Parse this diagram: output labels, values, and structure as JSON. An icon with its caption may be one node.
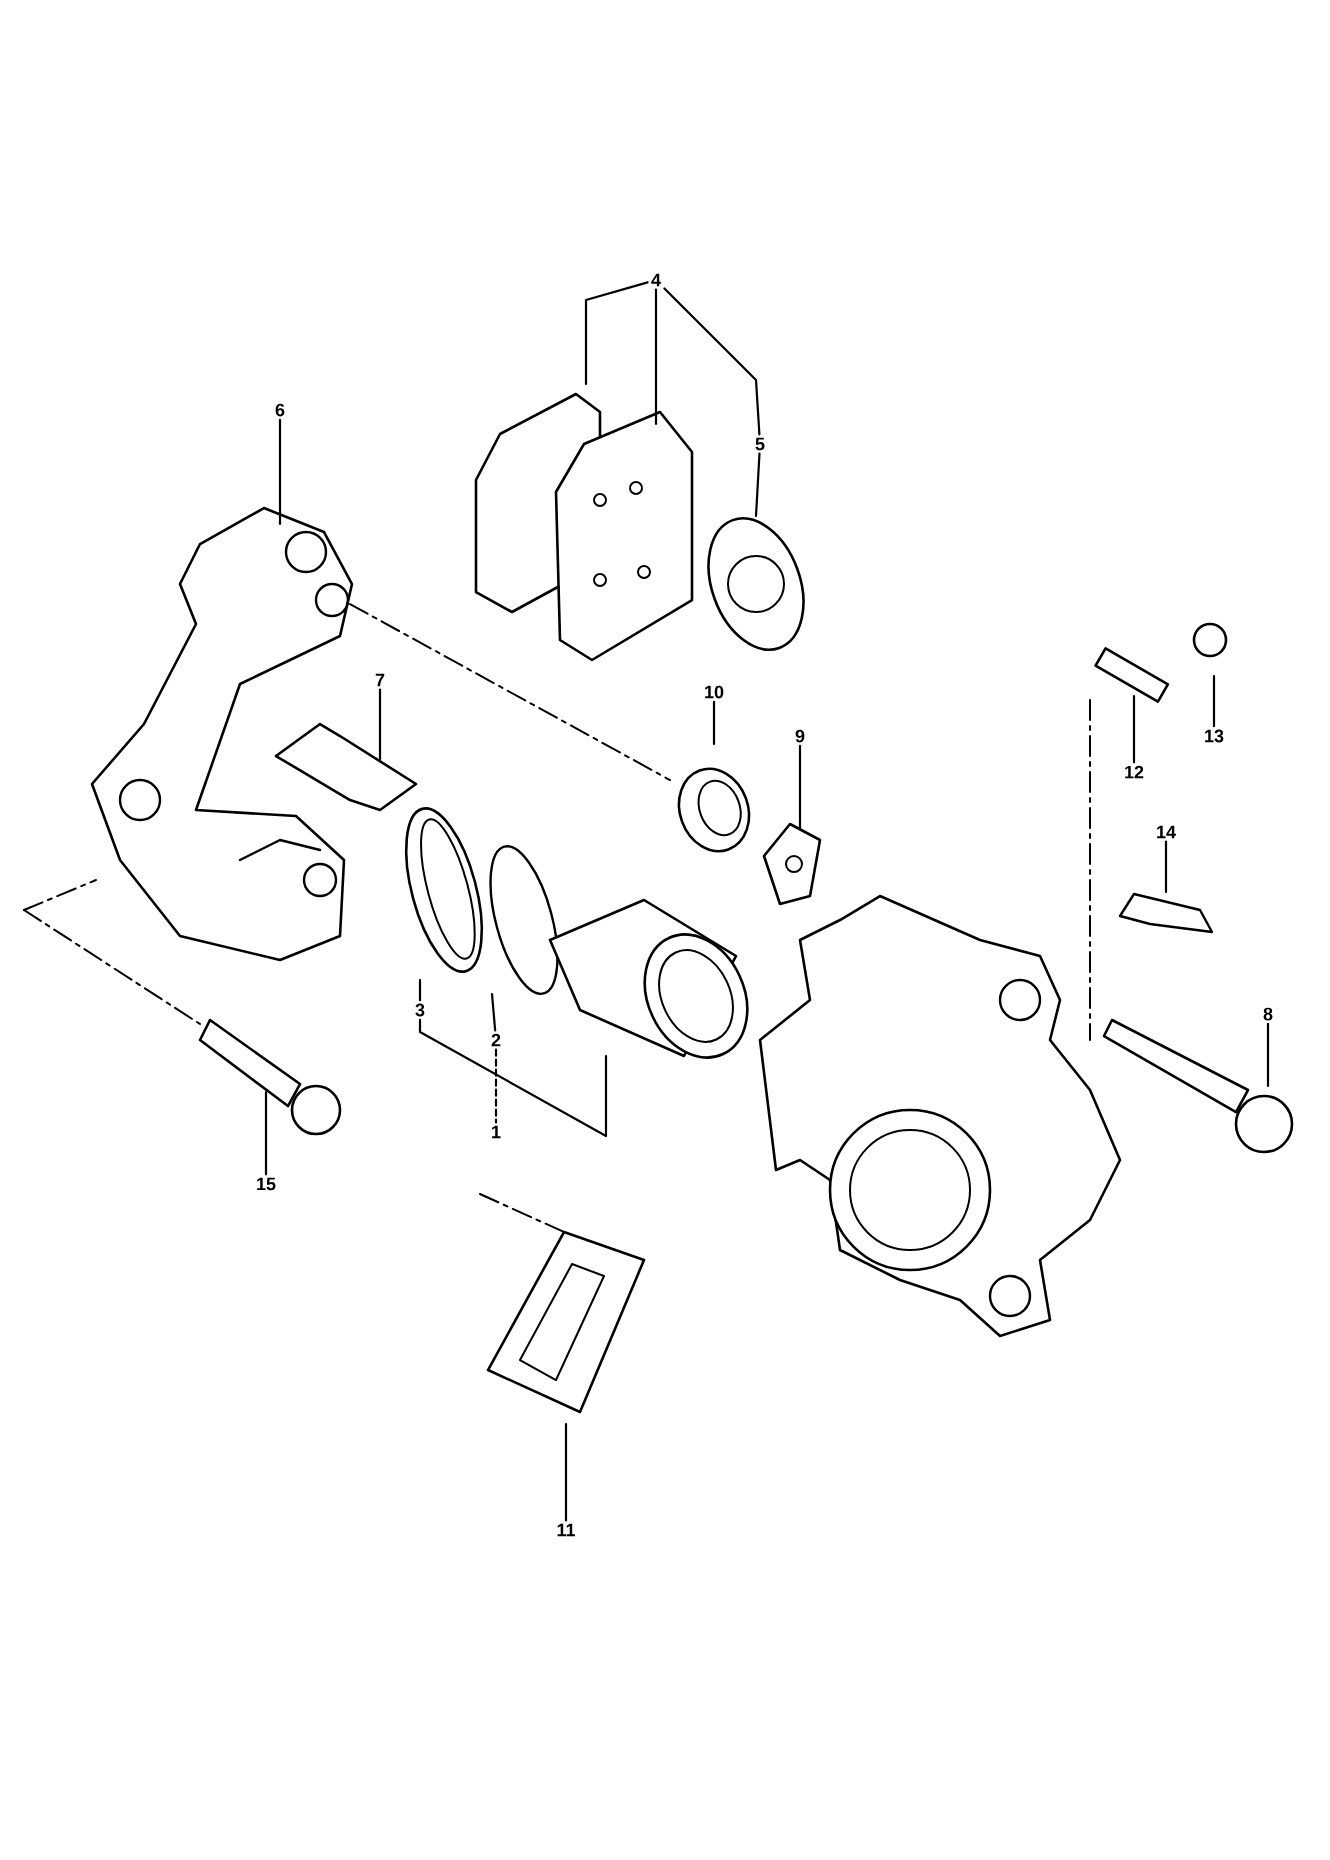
{
  "diagram": {
    "nodes": [
      {
        "text": [
          "4"
        ]
      },
      {
        "text": [
          "6"
        ]
      },
      {
        "text": [
          "5"
        ]
      },
      {
        "text": [
          "7"
        ]
      },
      {
        "text": [
          "10"
        ]
      },
      {
        "text": [
          "9"
        ]
      },
      {
        "text": [
          "12"
        ]
      },
      {
        "text": [
          "13"
        ]
      },
      {
        "text": [
          "14"
        ]
      },
      {
        "text": [
          "3"
        ]
      },
      {
        "text": [
          "2"
        ]
      },
      {
        "text": [
          "8"
        ]
      },
      {
        "text": [
          "1"
        ]
      },
      {
        "text": [
          "15"
        ]
      },
      {
        "text": [
          "11"
        ]
      }
    ],
    "edges": [
      {
        "from": 0,
        "to": null,
        "arrow": "none"
      },
      {
        "from": 0,
        "to": null,
        "arrow": "none"
      },
      {
        "from": 0,
        "to": 2,
        "arrow": "none"
      },
      {
        "from": 2,
        "to": null,
        "arrow": "none"
      },
      {
        "from": 1,
        "to": null,
        "arrow": "none"
      },
      {
        "from": 3,
        "to": null,
        "arrow": "none"
      },
      {
        "from": 4,
        "to": null,
        "arrow": "none"
      },
      {
        "from": 5,
        "to": null,
        "arrow": "none"
      },
      {
        "from": 6,
        "to": null,
        "arrow": "none"
      },
      {
        "from": 7,
        "to": null,
        "arrow": "none"
      },
      {
        "from": 8,
        "to": null,
        "arrow": "none"
      },
      {
        "from": 9,
        "to": null,
        "arrow": "none"
      },
      {
        "from": 9,
        "to": null,
        "arrow": "none"
      },
      {
        "from": 10,
        "to": null,
        "arrow": "none"
      },
      {
        "from": 10,
        "to": 12,
        "arrow": "none",
        "style": "dashed"
      },
      {
        "from": 11,
        "to": null,
        "arrow": "none"
      },
      {
        "from": 13,
        "to": null,
        "arrow": "none"
      },
      {
        "from": 14,
        "to": null,
        "arrow": "none"
      }
    ]
  }
}
